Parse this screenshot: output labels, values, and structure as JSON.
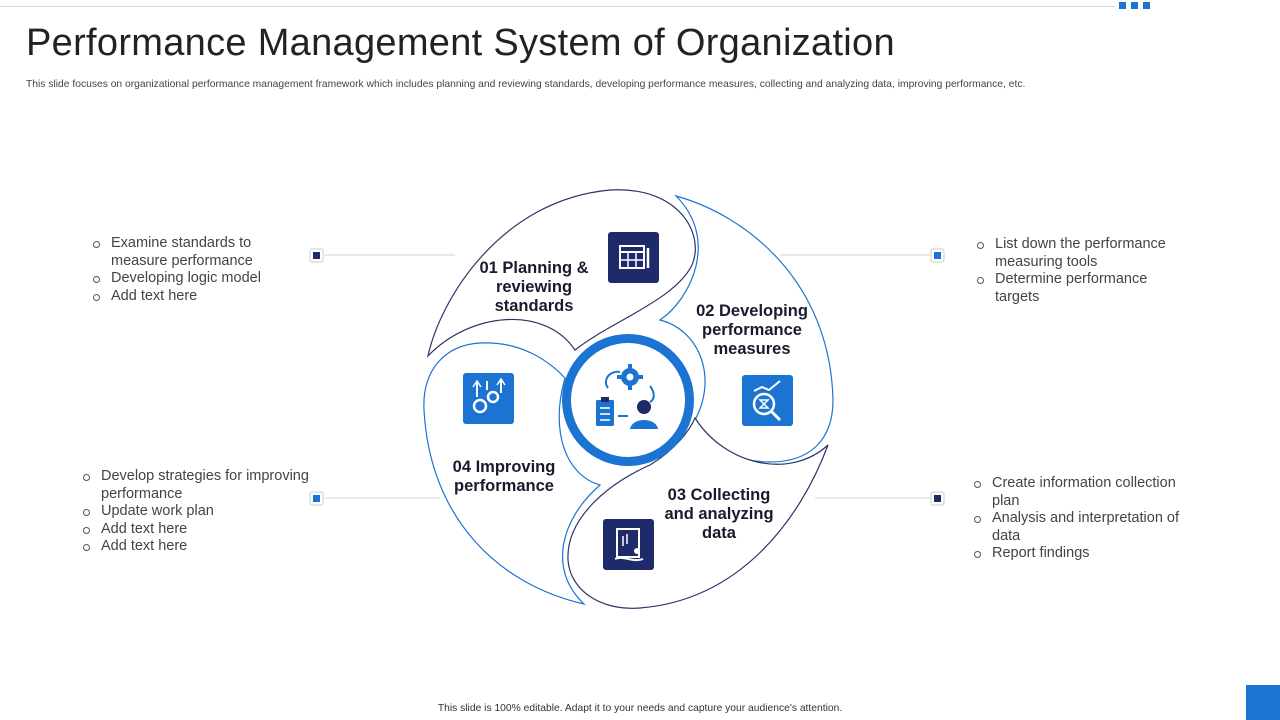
{
  "title": "Performance Management System of Organization",
  "subtitle": "This slide focuses on organizational performance management  framework which includes planning and reviewing standards, developing performance measures, collecting and analyzing data, improving performance, etc.",
  "footer": "This slide is 100% editable.  Adapt it to your needs and capture your audience's attention.",
  "colors": {
    "accent": "#1b73d2",
    "navy": "#1f2a6b",
    "outline": "#2b3466"
  },
  "stages": [
    {
      "label": "01 Planning & reviewing standards",
      "icon": "calendar-icon",
      "bullets": [
        "Examine standards to measure performance",
        "Developing logic model",
        "Add text here"
      ]
    },
    {
      "label": "02 Developing performance measures",
      "icon": "magnifier-chart-icon",
      "bullets": [
        "List down the performance measuring tools",
        "Determine performance targets"
      ]
    },
    {
      "label": "03 Collecting and analyzing data",
      "icon": "data-document-icon",
      "bullets": [
        "Create information collection plan",
        "Analysis and interpretation of data",
        "Report findings"
      ]
    },
    {
      "label": "04 Improving performance",
      "icon": "gears-growth-icon",
      "bullets": [
        "Develop strategies for improving performance",
        "Update work plan",
        "Add text here",
        "Add text here"
      ]
    }
  ],
  "center_icon": "team-process-icon"
}
